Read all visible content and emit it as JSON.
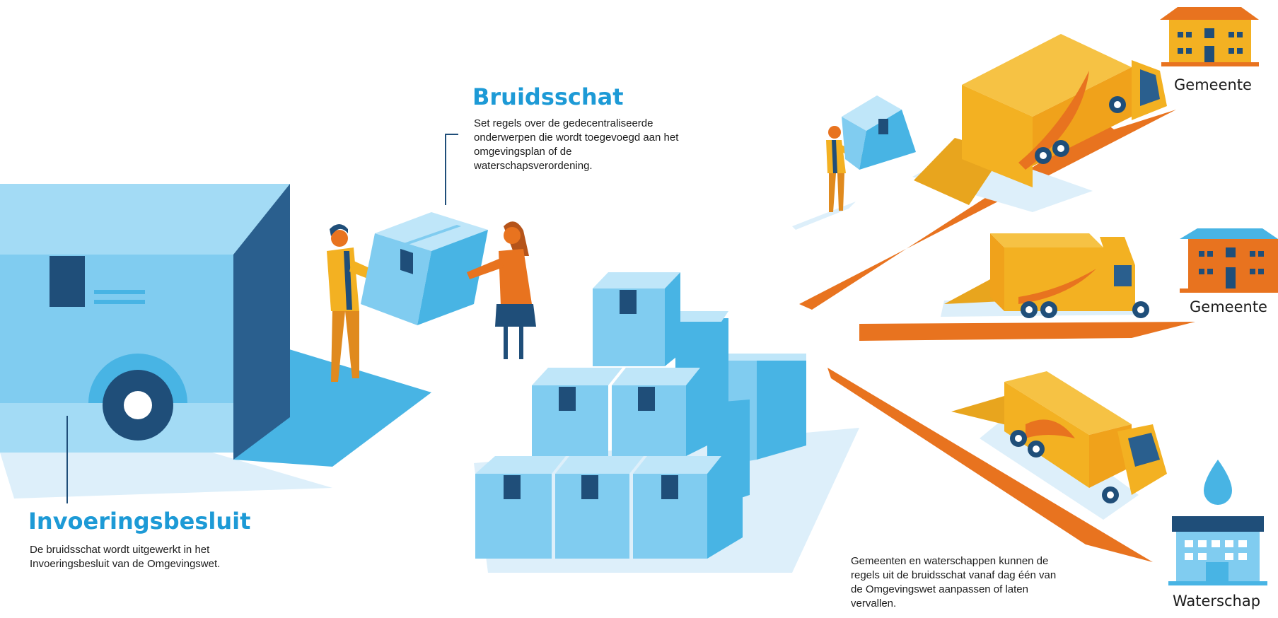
{
  "bruidsschat": {
    "title": "Bruidsschat",
    "desc": "Set regels over de gedecentraliseerde onderwerpen die wordt toegevoegd aan het omgevingsplan of de waterschapsverordening."
  },
  "invoeringsbesluit": {
    "title": "Invoeringsbesluit",
    "desc": "De bruidsschat wordt uitgewerkt in het Invoeringsbesluit van de Omgevingswet."
  },
  "recipients": [
    {
      "label": "Gemeente",
      "icon": "town-hall-icon",
      "color": "#e8731f"
    },
    {
      "label": "Gemeente",
      "icon": "town-hall-icon",
      "color": "#e8731f"
    },
    {
      "label": "Waterschap",
      "icon": "water-board-icon",
      "color": "#48b4e4"
    }
  ],
  "footnote": "Gemeenten en waterschappen kunnen de regels uit de bruidsschat vanaf dag één van de Omgevingswet aanpassen of laten vervallen.",
  "colors": {
    "title": "#1d9ad6",
    "box": "#80ccf0",
    "box_dark": "#48b4e4",
    "navy": "#1f4e79",
    "truck": "#f3b122",
    "arrow": "#e8731f",
    "shadow": "#ddeffa"
  }
}
